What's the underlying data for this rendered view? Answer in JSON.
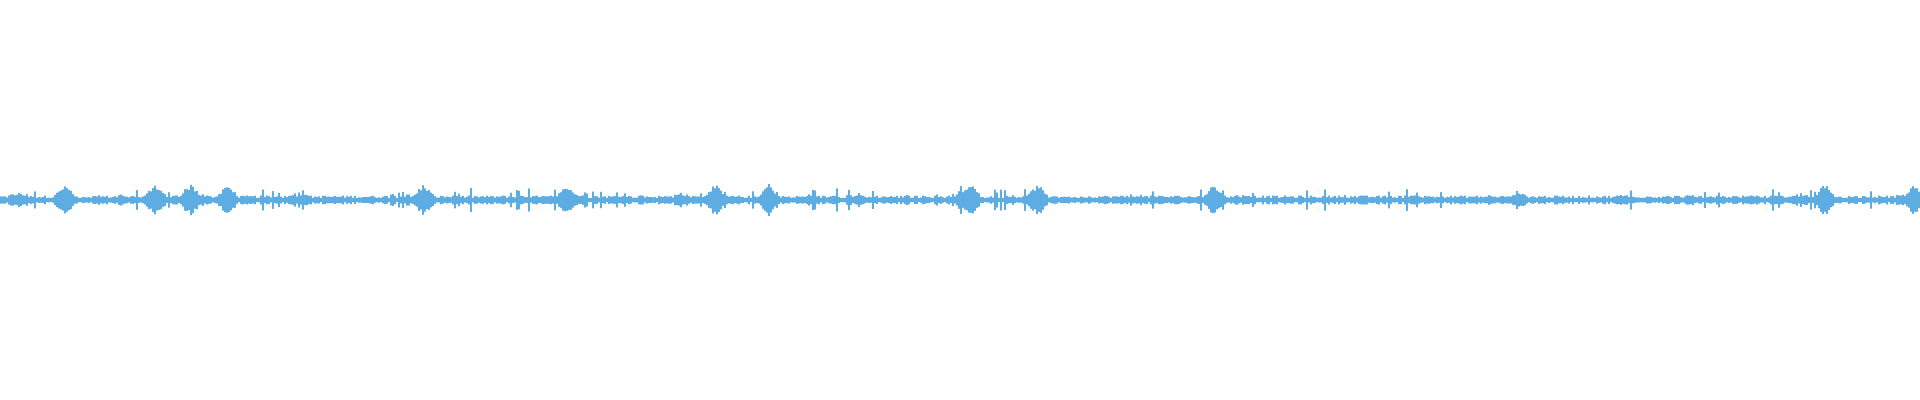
{
  "waveform": {
    "color": "#5dade2",
    "background": "#ffffff",
    "peak_positions_fraction": [
      0.033,
      0.08,
      0.099,
      0.118,
      0.22,
      0.295,
      0.372,
      0.4,
      0.505,
      0.54,
      0.632,
      0.95,
      0.997
    ]
  }
}
